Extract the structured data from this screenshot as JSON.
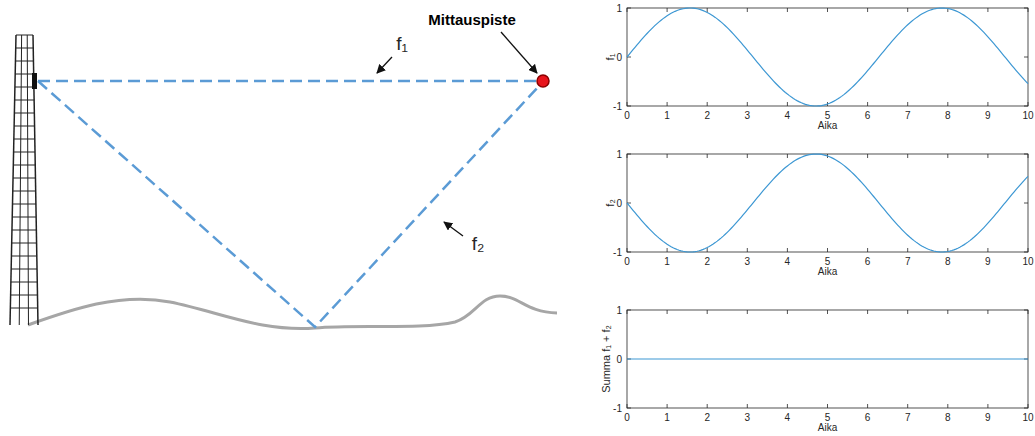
{
  "diagram": {
    "labels": [
      "Mittauspiste",
      "f₁",
      "f₂",
      "f₁",
      "1",
      "0",
      "-1",
      "0",
      "1",
      "2",
      "3",
      "4",
      "5",
      "6",
      "7",
      "8",
      "9",
      "10",
      "Aika",
      "f₂",
      "1",
      "0",
      "-1",
      "0",
      "1",
      "2",
      "3",
      "4",
      "5",
      "6",
      "7",
      "8",
      "9",
      "10",
      "Aika",
      "Summa f₁ + f₂",
      "1",
      "0",
      "-1",
      "0",
      "1",
      "2",
      "3",
      "4",
      "5",
      "6",
      "7",
      "8",
      "9",
      "10",
      "Aika"
    ]
  }
}
